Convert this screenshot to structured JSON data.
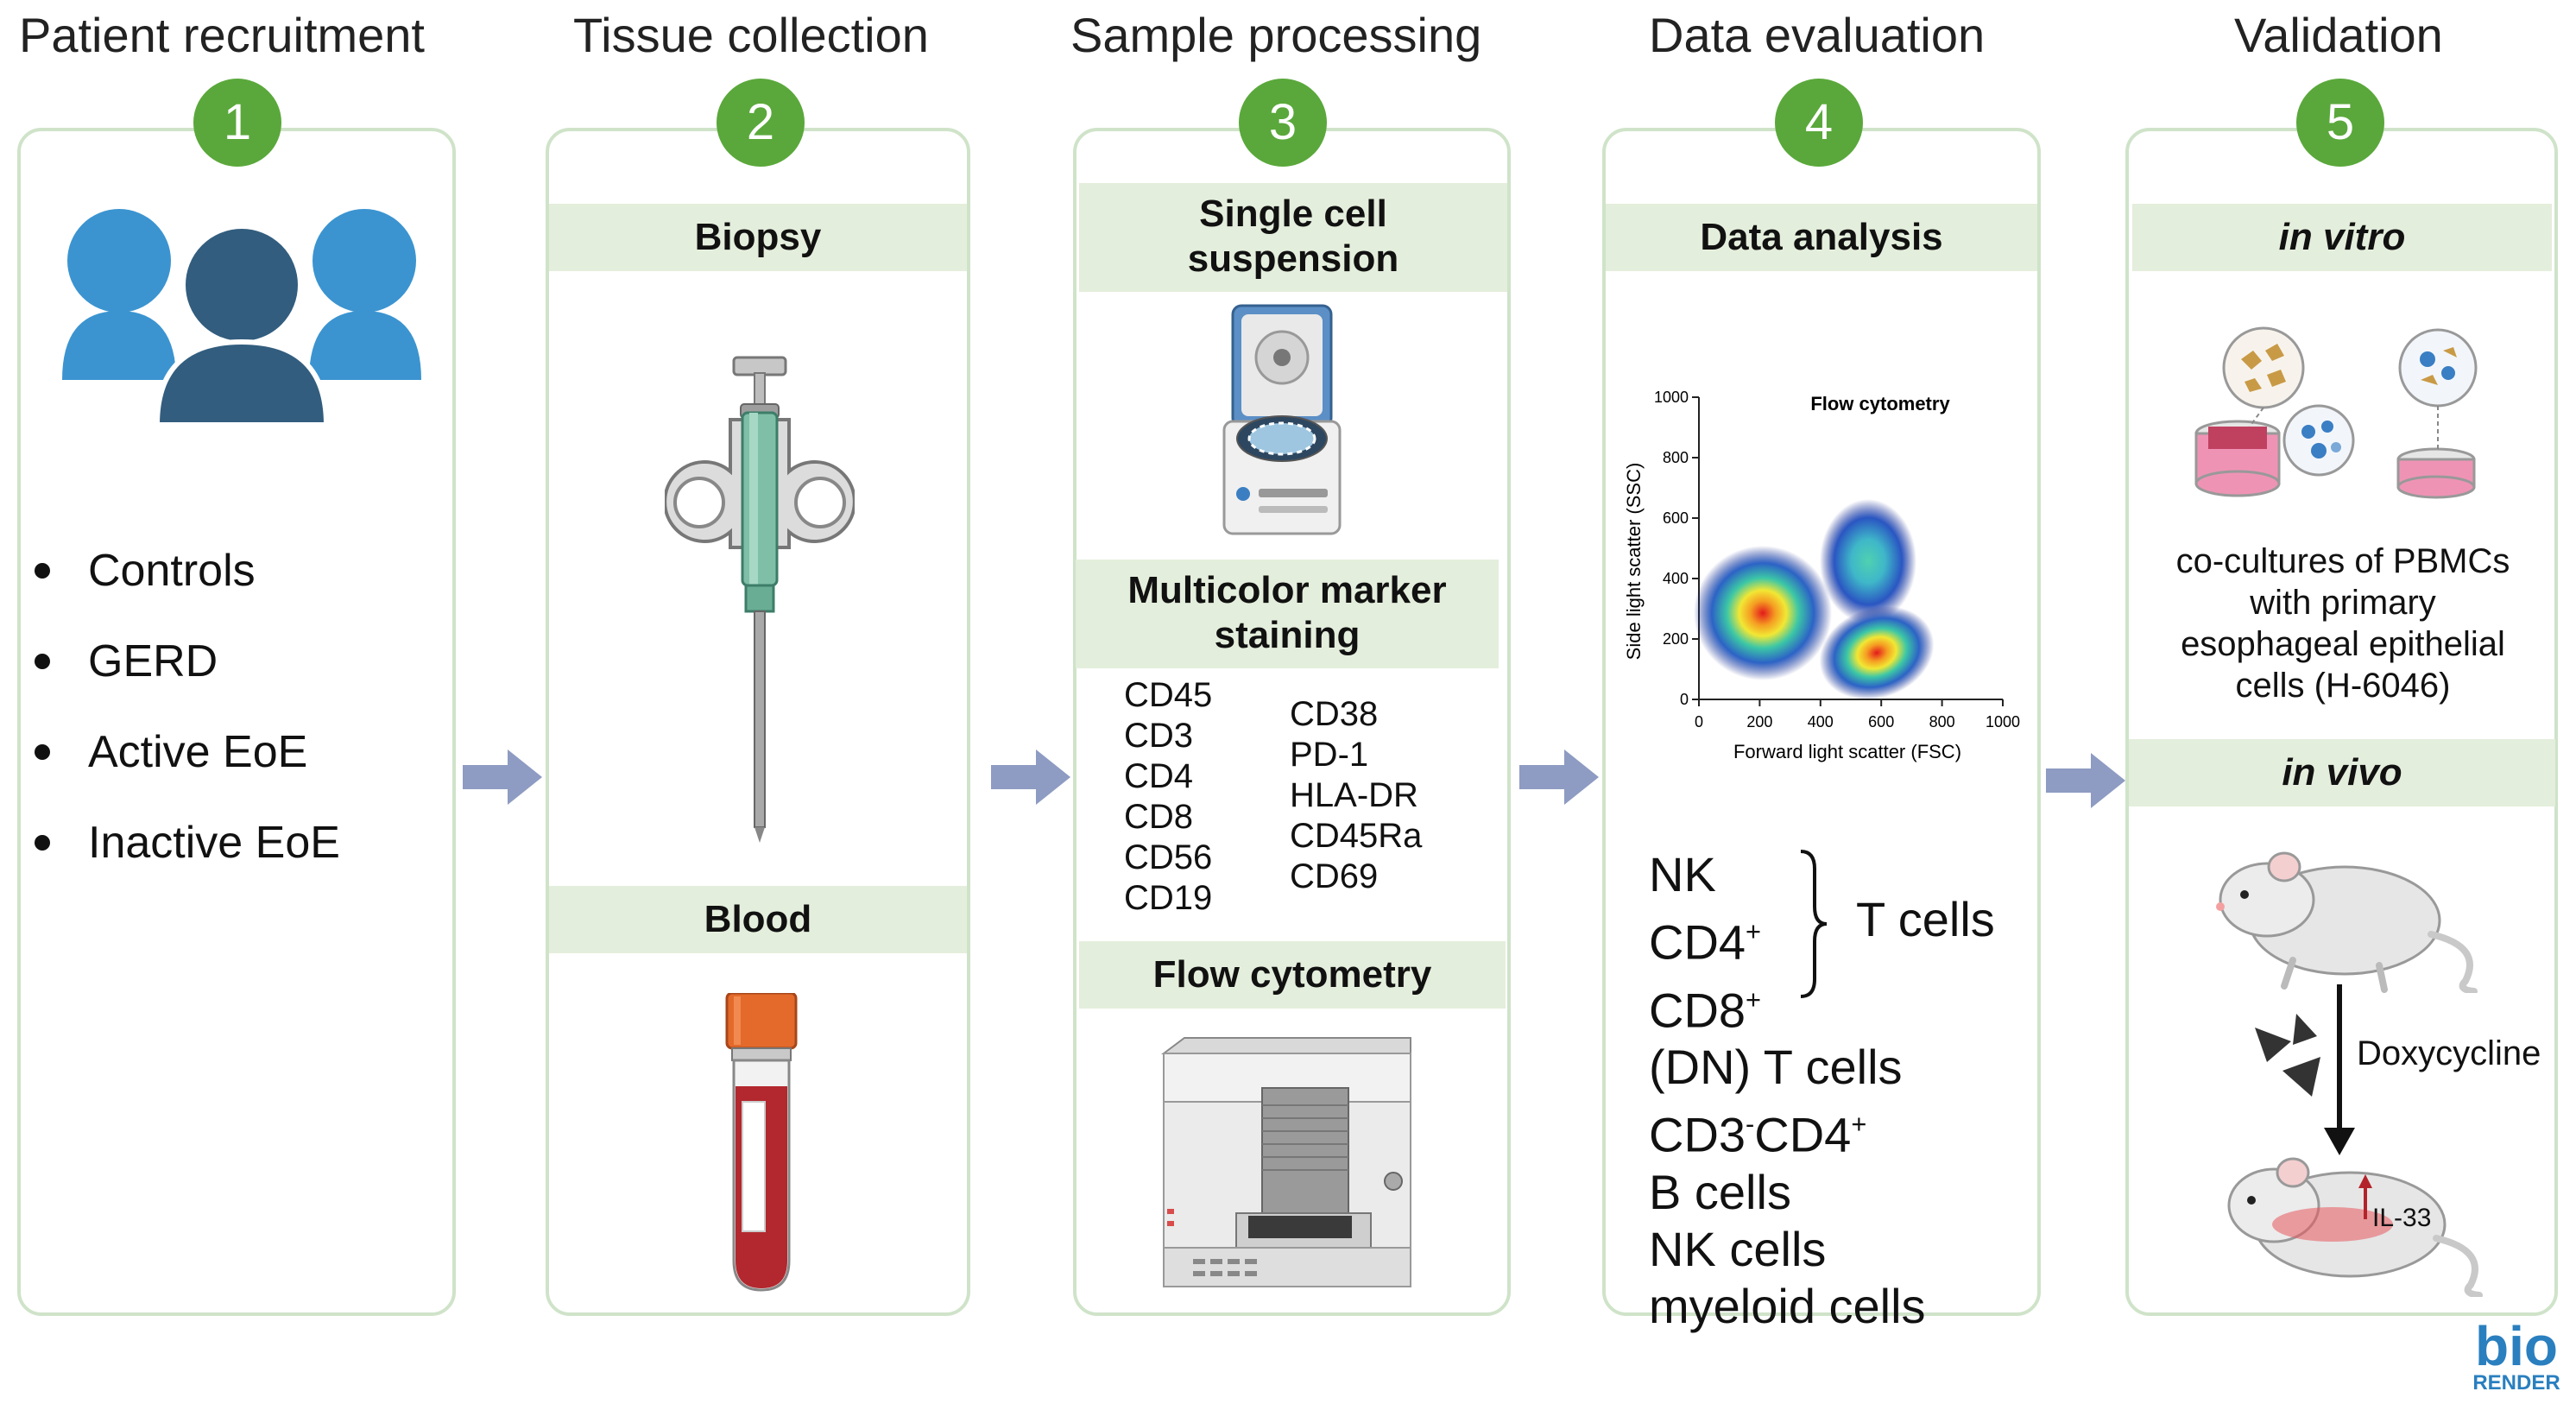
{
  "colors": {
    "green": "#5aa83b",
    "border": "#cfe3c9",
    "band": "#e4eedc",
    "arrow": "#8e9bc2",
    "people_light": "#3b94d0",
    "people_dark": "#325d7e",
    "bio": "#2a7fbf"
  },
  "stages": [
    {
      "title": "Patient recruitment",
      "number": "1"
    },
    {
      "title": "Tissue collection",
      "number": "2"
    },
    {
      "title": "Sample processing",
      "number": "3"
    },
    {
      "title": "Data evaluation",
      "number": "4"
    },
    {
      "title": "Validation",
      "number": "5"
    }
  ],
  "recruitment": {
    "groups": [
      "Controls",
      "GERD",
      "Active EoE",
      "Inactive EoE"
    ]
  },
  "collection": {
    "biopsy": "Biopsy",
    "blood": "Blood"
  },
  "processing": {
    "suspension_line1": "Single cell",
    "suspension_line2": "suspension",
    "staining_line1": "Multicolor marker",
    "staining_line2": "staining",
    "markers_left": [
      "CD45",
      "CD3",
      "CD4",
      "CD8",
      "CD56",
      "CD19"
    ],
    "markers_right": [
      "CD38",
      "PD-1",
      "HLA-DR",
      "CD45Ra",
      "CD69"
    ],
    "flow": "Flow cytometry"
  },
  "evaluation": {
    "header": "Data analysis",
    "plot": {
      "title": "Flow cytometry",
      "xlabel": "Forward light scatter (FSC)",
      "ylabel": "Side light scatter (SSC)",
      "xticks": [
        "0",
        "200",
        "400",
        "600",
        "800",
        "1000"
      ],
      "yticks": [
        "0",
        "200",
        "400",
        "600",
        "800",
        "1000"
      ]
    },
    "populations": {
      "nk": "NK",
      "cd4": "CD4",
      "cd8": "CD8",
      "plus": "+",
      "minus": "-",
      "tcells": "T cells",
      "dn": "(DN) T cells",
      "cd3": "CD3",
      "cd4b": "CD4",
      "b": "B cells",
      "nkcells": "NK cells",
      "myeloid": "myeloid cells"
    }
  },
  "validation": {
    "invitro": "in vitro",
    "invitro_desc": [
      "co-cultures of PBMCs",
      "with primary",
      "esophageal epithelial",
      "cells (H-6046)"
    ],
    "invivo": "in vivo",
    "drug": "Doxycycline",
    "il33": "IL-33"
  },
  "logo": {
    "top": "bio",
    "bottom": "RENDER"
  }
}
